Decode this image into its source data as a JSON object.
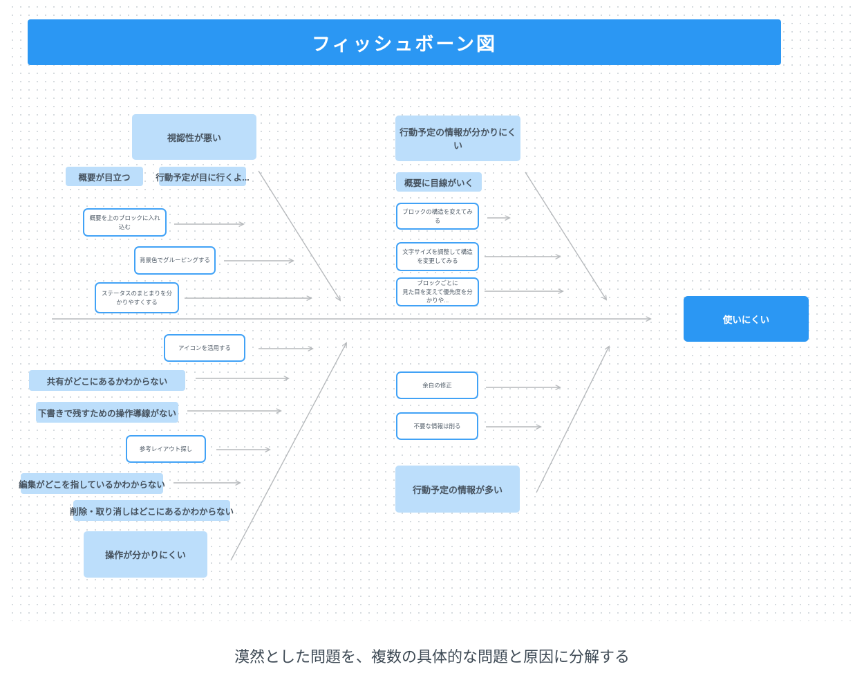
{
  "title": "フィッシュボーン図",
  "caption": "漠然とした問題を、複数の具体的な問題と原因に分解する",
  "head": {
    "label": "使いにくい"
  },
  "colors": {
    "primary_blue": "#2b97f3",
    "light_blue": "#bcdefb",
    "outline_blue": "#41a2f6",
    "connector_gray": "#b6b9bc"
  },
  "top_left": {
    "category": "視認性が悪い",
    "problem1": "概要が目立つ",
    "problem2": "行動予定が目に行くよ...",
    "cause1": "概要を上のブロックに入れ込む",
    "cause2": "背景色でグルーピングする",
    "cause3": "ステータスのまとまりを分かりやすくする"
  },
  "top_right": {
    "category": "行動予定の情報が分かりにくい",
    "problem1": "概要に目線がいく",
    "cause1": "ブロックの構造を変えてみる",
    "cause2": "文字サイズを調整して構造を変更してみる",
    "cause3": "ブロックごとに\n見た目を変えて優先度を分かりや..."
  },
  "bottom_left": {
    "category": "操作が分かりにくい",
    "cause1": "アイコンを活用する",
    "cause2": "参考レイアウト探し",
    "problem1": "共有がどこにあるかわからない",
    "problem2": "下書きで残すための操作導線がない",
    "problem3": "編集がどこを指しているかわからない",
    "problem4": "削除・取り消しはどこにあるかわからない"
  },
  "bottom_right": {
    "category": "行動予定の情報が多い",
    "cause1": "余白の修正",
    "cause2": "不要な情報は削る"
  }
}
